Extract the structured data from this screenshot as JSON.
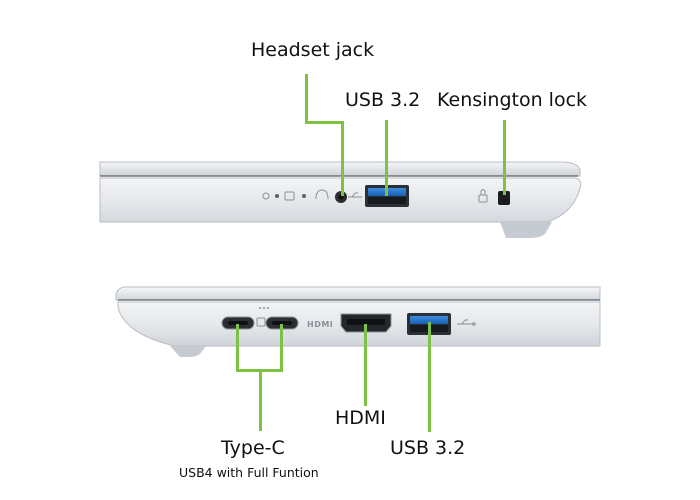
{
  "callouts": {
    "headset_jack": "Headset jack",
    "usb_top": "USB 3.2",
    "kensington_lock": "Kensington lock",
    "hdmi": "HDMI",
    "usb_bottom": "USB 3.2",
    "type_c": "Type-C",
    "type_c_note": "USB4 with Full Funtion"
  },
  "port_marks": {
    "hdmi": "HDMI"
  },
  "colors": {
    "leader": "#7dc242",
    "usb_port": "#1f73c9",
    "chassis": "#dfe2e6"
  },
  "icons": {
    "lock": "lock-icon",
    "usb": "usb-symbol-icon",
    "headset": "headset-icon",
    "thunderbolt": "thunderbolt-icon"
  }
}
